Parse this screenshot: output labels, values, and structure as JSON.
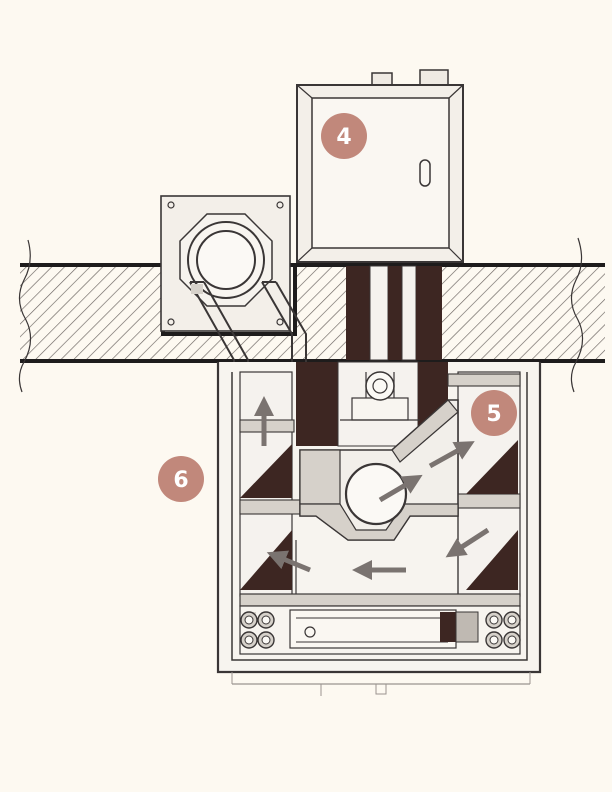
{
  "callouts": [
    {
      "id": "callout-4",
      "number": "4"
    },
    {
      "id": "callout-5",
      "number": "5"
    },
    {
      "id": "callout-6",
      "number": "6"
    }
  ],
  "colors": {
    "background": "#fdf9f1",
    "line": "#3a3636",
    "dark_fill": "#3d2622",
    "light_fill": "#f3f1ee",
    "panel_fill": "#d6d1ca",
    "arrow": "#7a7370",
    "badge": "#c1887b"
  }
}
